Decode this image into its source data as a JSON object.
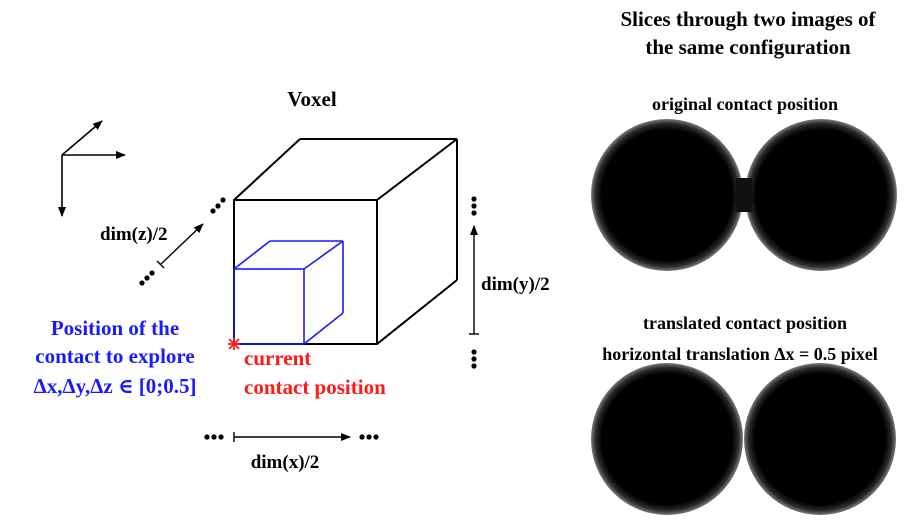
{
  "header": {
    "title_line1": "Slices through two images of",
    "title_line2": "the same configuration"
  },
  "voxel": {
    "title": "Voxel",
    "dim_x_label": "dim(x)/2",
    "dim_y_label": "dim(y)/2",
    "dim_z_label": "dim(z)/2"
  },
  "contact_explore": {
    "line1": "Position of the",
    "line2": "contact to explore",
    "line3": "Δx,Δy,Δz ∈ [0;0.5]"
  },
  "current_contact": {
    "line1": "current",
    "line2": "contact position"
  },
  "slices": {
    "original_label": "original contact position",
    "translated_label_line1": "translated contact position",
    "translated_label_line2": "horizontal translation Δx = 0.5 pixel"
  },
  "colors": {
    "blue": "#1a1aff",
    "red": "#ff1a1a",
    "black": "#000000"
  }
}
